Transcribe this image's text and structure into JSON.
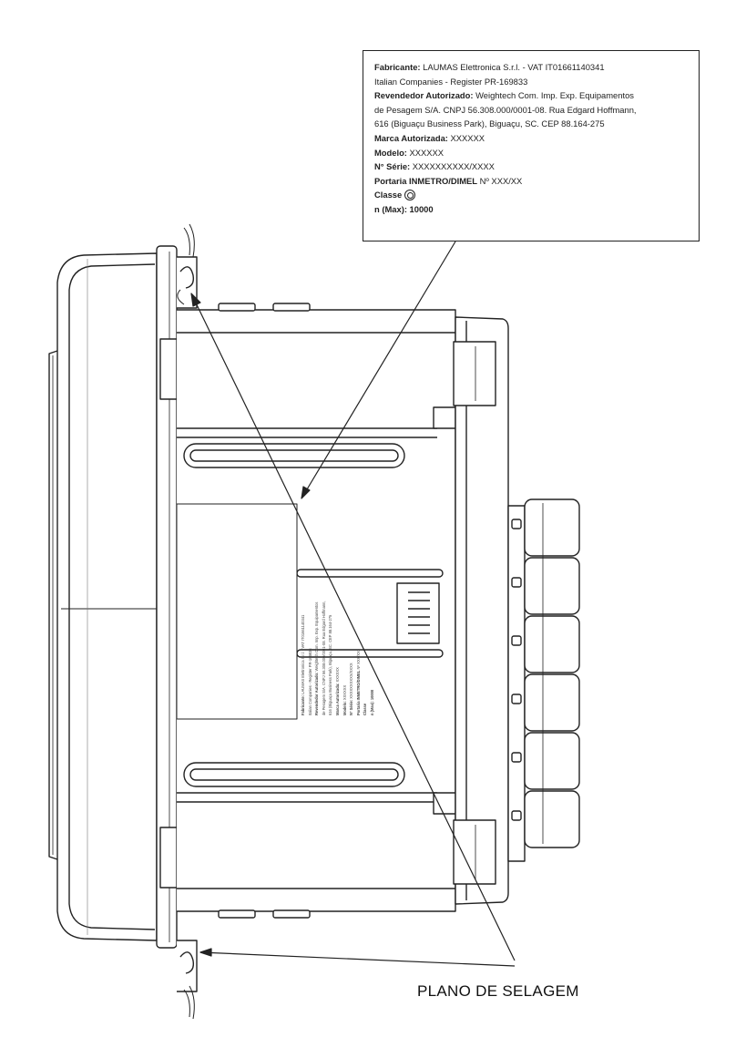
{
  "label": {
    "fabricante_key": "Fabricante:",
    "fabricante_val": " LAUMAS Elettronica S.r.l. - VAT IT01661140341",
    "register": "Italian Companies - Register PR-169833",
    "revendedor_key": "Revendedor Autorizado:",
    "revendedor_val": " Weightech Com. Imp. Exp. Equipamentos",
    "revendedor_line2": "de Pesagem S/A. CNPJ 56.308.000/0001-08. Rua Edgard Hoffmann,",
    "revendedor_line3": "616 (Biguaçu Business Park), Biguaçu, SC. CEP 88.164-275",
    "marca_key": "Marca Autorizada:",
    "marca_val": " XXXXXX",
    "modelo_key": "Modelo:",
    "modelo_val": " XXXXXX",
    "serie_key": "N° Série:",
    "serie_val": " XXXXXXXXXX/XXXX",
    "portaria_key": "Portaria INMETRO/DIMEL",
    "portaria_val": " Nº XXX/XX",
    "classe_key": "Classe",
    "nmax_key": "n (Max): 10000"
  },
  "caption": "PLANO DE SELAGEM"
}
